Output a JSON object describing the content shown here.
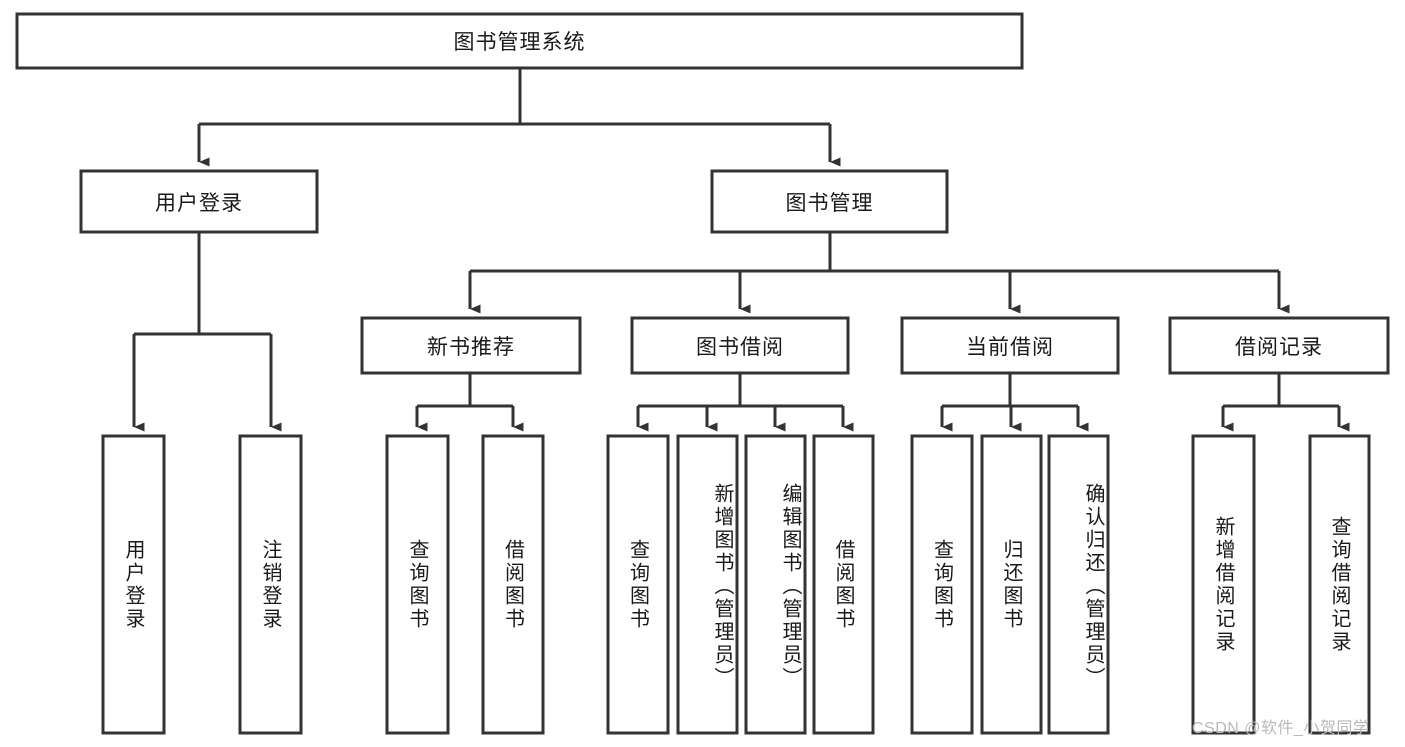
{
  "diagram": {
    "title": "图书管理系统",
    "watermark": "CSDN @软件_小贺同学",
    "stroke_color": "#333333",
    "fill_color": "#FFFFFF",
    "text_color": "#1A1A1A",
    "watermark_color": "#B9B9B9"
  },
  "nodes": {
    "root": {
      "label": "图书管理系统"
    },
    "level2": [
      {
        "label": "用户登录"
      },
      {
        "label": "图书管理"
      }
    ],
    "level3": [
      {
        "label": "新书推荐"
      },
      {
        "label": "图书借阅"
      },
      {
        "label": "当前借阅"
      },
      {
        "label": "借阅记录"
      }
    ],
    "leaves": {
      "user_login": [
        {
          "label": "用户登录"
        },
        {
          "label": "注销登录"
        }
      ],
      "new_book_recommend": [
        {
          "label": "查询图书"
        },
        {
          "label": "借阅图书"
        }
      ],
      "book_borrow": [
        {
          "label": "查询图书"
        },
        {
          "label": "新增图书（管理员）"
        },
        {
          "label": "编辑图书（管理员）"
        },
        {
          "label": "借阅图书"
        }
      ],
      "current_borrow": [
        {
          "label": "查询图书"
        },
        {
          "label": "归还图书"
        },
        {
          "label": "确认归还（管理员）"
        }
      ],
      "borrow_record": [
        {
          "label": "新增借阅记录"
        },
        {
          "label": "查询借阅记录"
        }
      ]
    }
  }
}
